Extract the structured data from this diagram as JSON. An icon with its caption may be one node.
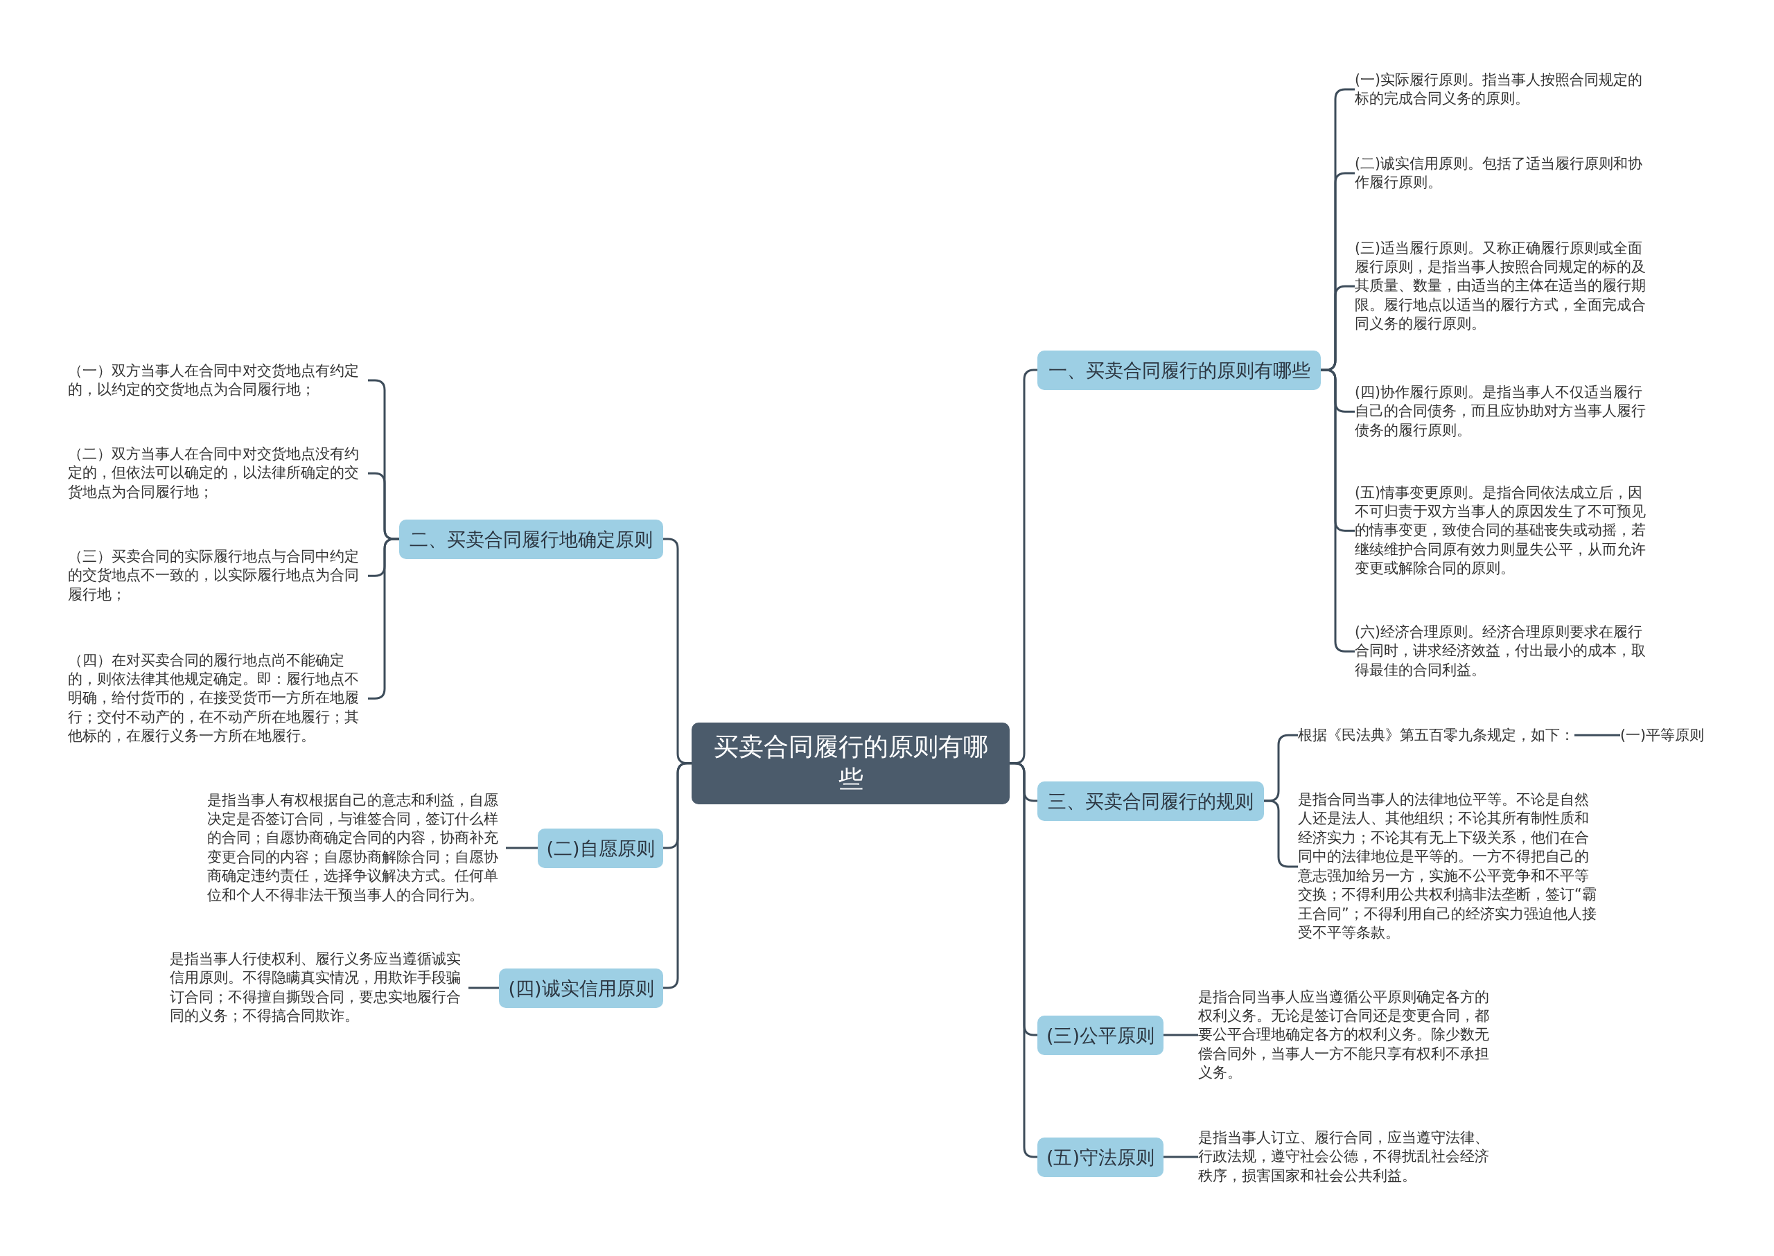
{
  "diagram": {
    "nodes": [
      {
        "text": [
          "买卖合同履行的原则有哪些"
        ]
      },
      {
        "text": [
          "一、买卖合同履行的原则有哪些"
        ]
      },
      {
        "text": [
          "(一)实际履行原则。指当事人按照合同规定的标的完成合同义务的原则。"
        ]
      },
      {
        "text": [
          "(二)诚实信用原则。包括了适当履行原则和协作履行原则。"
        ]
      },
      {
        "text": [
          "(三)适当履行原则。又称正确履行原则或全面履行原则，是指当事人按照合同规定的标的及其质量、数量，由适当的主体在适当的履行期限。履行地点以适当的履行方式，全面完成合同义务的履行原则。"
        ]
      },
      {
        "text": [
          "(四)协作履行原则。是指当事人不仅适当履行自己的合同债务，而且应协助对方当事人履行债务的履行原则。"
        ]
      },
      {
        "text": [
          "(五)情事变更原则。是指合同依法成立后，因不可归责于双方当事人的原因发生了不可预见的情事变更，致使合同的基础丧失或动摇，若继续维护合同原有效力则显失公平，从而允许变更或解除合同的原则。"
        ]
      },
      {
        "text": [
          "(六)经济合理原则。经济合理原则要求在履行合同时，讲求经济效益，付出最小的成本，取得最佳的合同利益。"
        ]
      },
      {
        "text": [
          "二、买卖合同履行地确定原则"
        ]
      },
      {
        "text": [
          "（一）双方当事人在合同中对交货地点有约定的，以约定的交货地点为合同履行地；"
        ]
      },
      {
        "text": [
          "（二）双方当事人在合同中对交货地点没有约定的，但依法可以确定的，以法律所确定的交货地点为合同履行地；"
        ]
      },
      {
        "text": [
          "（三）买卖合同的实际履行地点与合同中约定的交货地点不一致的，以实际履行地点为合同履行地；"
        ]
      },
      {
        "text": [
          "（四）在对买卖合同的履行地点尚不能确定的，则依法律其他规定确定。即：履行地点不明确，给付货币的，在接受货币一方所在地履行；交付不动产的，在不动产所在地履行；其他标的，在履行义务一方所在地履行。"
        ]
      },
      {
        "text": [
          "三、买卖合同履行的规则"
        ]
      },
      {
        "text": [
          "根据《民法典》第五百零九条规定，如下："
        ]
      },
      {
        "text": [
          "(一)平等原则"
        ]
      },
      {
        "text": [
          "是指合同当事人的法律地位平等。不论是自然人还是法人、其他组织；不论其所有制性质和经济实力；不论其有无上下级关系，他们在合同中的法律地位是平等的。一方不得把自己的意志强加给另一方，实施不公平竞争和不平等交换；不得利用公共权利搞非法垄断，签订“霸王合同”；不得利用自己的经济实力强迫他人接受不平等条款。"
        ]
      },
      {
        "text": [
          "(二)自愿原则"
        ]
      },
      {
        "text": [
          "是指当事人有权根据自己的意志和利益，自愿决定是否签订合同，与谁签合同，签订什么样的合同；自愿协商确定合同的内容，协商补充变更合同的内容；自愿协商解除合同；自愿协商确定违约责任，选择争议解决方式。任何单位和个人不得非法干预当事人的合同行为。"
        ]
      },
      {
        "text": [
          "(四)诚实信用原则"
        ]
      },
      {
        "text": [
          "是指当事人行使权利、履行义务应当遵循诚实信用原则。不得隐瞒真实情况，用欺诈手段骗订合同；不得擅自撕毁合同，要忠实地履行合同的义务；不得搞合同欺诈。"
        ]
      },
      {
        "text": [
          "(三)公平原则"
        ]
      },
      {
        "text": [
          "是指合同当事人应当遵循公平原则确定各方的权利义务。无论是签订合同还是变更合同，都要公平合理地确定各方的权利义务。除少数无偿合同外，当事人一方不能只享有权利不承担义务。"
        ]
      },
      {
        "text": [
          "(五)守法原则"
        ]
      },
      {
        "text": [
          "是指当事人订立、履行合同，应当遵守法律、行政法规，遵守社会公德，不得扰乱社会经济秩序，损害国家和社会公共利益。"
        ]
      }
    ],
    "edges": [
      {
        "from": 0,
        "to": 1,
        "arrow": "none"
      },
      {
        "from": 1,
        "to": 2,
        "arrow": "none"
      },
      {
        "from": 1,
        "to": 3,
        "arrow": "none"
      },
      {
        "from": 1,
        "to": 4,
        "arrow": "none"
      },
      {
        "from": 1,
        "to": 5,
        "arrow": "none"
      },
      {
        "from": 1,
        "to": 6,
        "arrow": "none"
      },
      {
        "from": 1,
        "to": 7,
        "arrow": "none"
      },
      {
        "from": 0,
        "to": 8,
        "arrow": "none"
      },
      {
        "from": 8,
        "to": 9,
        "arrow": "none"
      },
      {
        "from": 8,
        "to": 10,
        "arrow": "none"
      },
      {
        "from": 8,
        "to": 11,
        "arrow": "none"
      },
      {
        "from": 8,
        "to": 12,
        "arrow": "none"
      },
      {
        "from": 0,
        "to": 13,
        "arrow": "none"
      },
      {
        "from": 13,
        "to": 14,
        "arrow": "none"
      },
      {
        "from": 14,
        "to": 15,
        "arrow": "none"
      },
      {
        "from": 13,
        "to": 16,
        "arrow": "none"
      },
      {
        "from": 0,
        "to": 17,
        "arrow": "none"
      },
      {
        "from": 17,
        "to": 18,
        "arrow": "none"
      },
      {
        "from": 0,
        "to": 19,
        "arrow": "none"
      },
      {
        "from": 19,
        "to": 20,
        "arrow": "none"
      },
      {
        "from": 0,
        "to": 21,
        "arrow": "none"
      },
      {
        "from": 21,
        "to": 22,
        "arrow": "none"
      },
      {
        "from": 0,
        "to": 23,
        "arrow": "none"
      },
      {
        "from": 23,
        "to": 24,
        "arrow": "none"
      }
    ]
  }
}
